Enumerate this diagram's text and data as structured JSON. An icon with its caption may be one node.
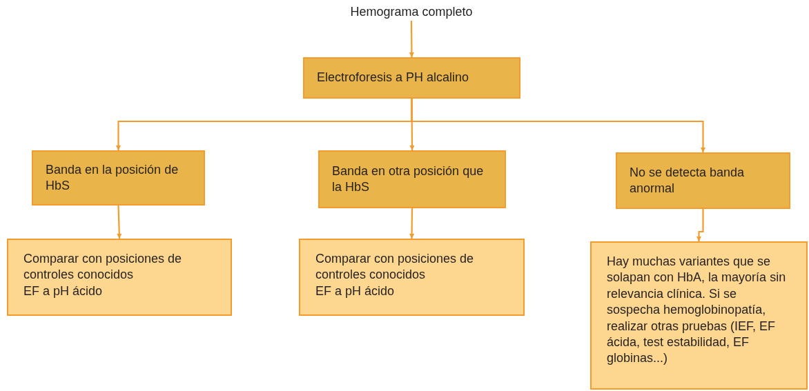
{
  "diagram": {
    "nodes": [
      {
        "text": [
          "Hemograma completo"
        ]
      },
      {
        "text": [
          "Electroforesis a PH alcalino"
        ]
      },
      {
        "text": [
          "Banda en la posición de HbS"
        ]
      },
      {
        "text": [
          "Banda en otra posición que la HbS"
        ]
      },
      {
        "text": [
          "No se detecta banda anormal"
        ]
      },
      {
        "text": [
          "Comparar con posiciones de controles conocidos",
          "EF a pH ácido"
        ]
      },
      {
        "text": [
          "Comparar con posiciones de controles conocidos",
          "EF a pH ácido"
        ]
      },
      {
        "text": [
          "Hay muchas variantes que se solapan con HbA, la mayoría sin relevancia clínica. Si se sospecha hemoglobinopatía, realizar otras pruebas (IEF, EF ácida, test estabilidad, EF globinas...)"
        ]
      }
    ],
    "edges": [
      {
        "from": 0,
        "to": 1,
        "arrow": "to"
      },
      {
        "from": 1,
        "to": 2,
        "arrow": "to"
      },
      {
        "from": 1,
        "to": 3,
        "arrow": "to"
      },
      {
        "from": 1,
        "to": 4,
        "arrow": "to"
      },
      {
        "from": 2,
        "to": 5,
        "arrow": "to"
      },
      {
        "from": 3,
        "to": 6,
        "arrow": "to"
      },
      {
        "from": 4,
        "to": 7,
        "arrow": "to"
      }
    ]
  }
}
